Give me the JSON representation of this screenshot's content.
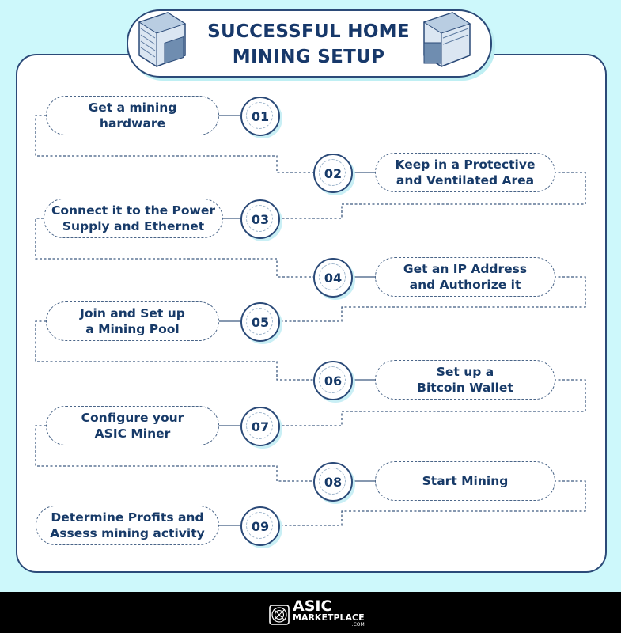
{
  "title": {
    "line1": "SUCCESSFUL HOME",
    "line2": "MINING SETUP"
  },
  "steps": [
    {
      "number": "01",
      "line1": "Get a mining",
      "line2": "hardware"
    },
    {
      "number": "02",
      "line1": "Keep in a Protective",
      "line2": "and Ventilated Area"
    },
    {
      "number": "03",
      "line1": "Connect it to the Power",
      "line2": "Supply and Ethernet"
    },
    {
      "number": "04",
      "line1": "Get an IP Address",
      "line2": "and Authorize it"
    },
    {
      "number": "05",
      "line1": "Join and Set up",
      "line2": "a Mining Pool"
    },
    {
      "number": "06",
      "line1": "Set up a",
      "line2": "Bitcoin Wallet"
    },
    {
      "number": "07",
      "line1": "Configure your",
      "line2": "ASIC Miner"
    },
    {
      "number": "08",
      "line1": "Start Mining",
      "line2": ""
    },
    {
      "number": "09",
      "line1": "Determine Profits and",
      "line2": "Assess mining activity"
    }
  ],
  "footer": {
    "brand_line1": "ASIC",
    "brand_line2": "MARKETPLACE",
    "brand_line3": ".COM"
  },
  "colors": {
    "navy": "#173a68",
    "background": "#cdf8fb",
    "footer": "#000000"
  }
}
